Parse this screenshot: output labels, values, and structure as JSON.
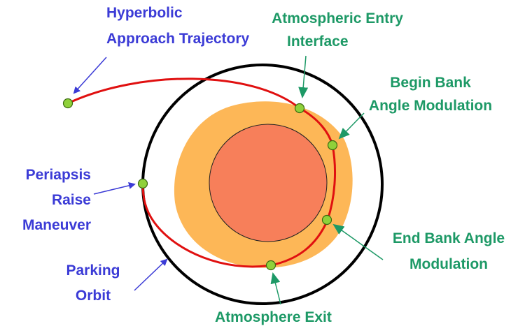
{
  "colors": {
    "label_blue": "#3b3bd6",
    "label_green": "#1d9966",
    "trajectory": "#e01010",
    "orbit_circle": "#000000",
    "atmosphere": "#fdb757",
    "planet": "#f77f5a",
    "marker": "#8fd13a"
  },
  "labels": {
    "hyperbolic_approach": [
      "Hyperbolic",
      "Approach Trajectory"
    ],
    "atmospheric_entry": [
      "Atmospheric Entry",
      "Interface"
    ],
    "begin_bank": [
      "Begin Bank",
      "Angle Modulation"
    ],
    "periapsis_raise": [
      "Periapsis",
      "Raise",
      "Maneuver"
    ],
    "end_bank": [
      "End Bank Angle",
      "Modulation"
    ],
    "parking_orbit": [
      "Parking",
      "Orbit"
    ],
    "atmosphere_exit": [
      "Atmosphere Exit"
    ]
  }
}
